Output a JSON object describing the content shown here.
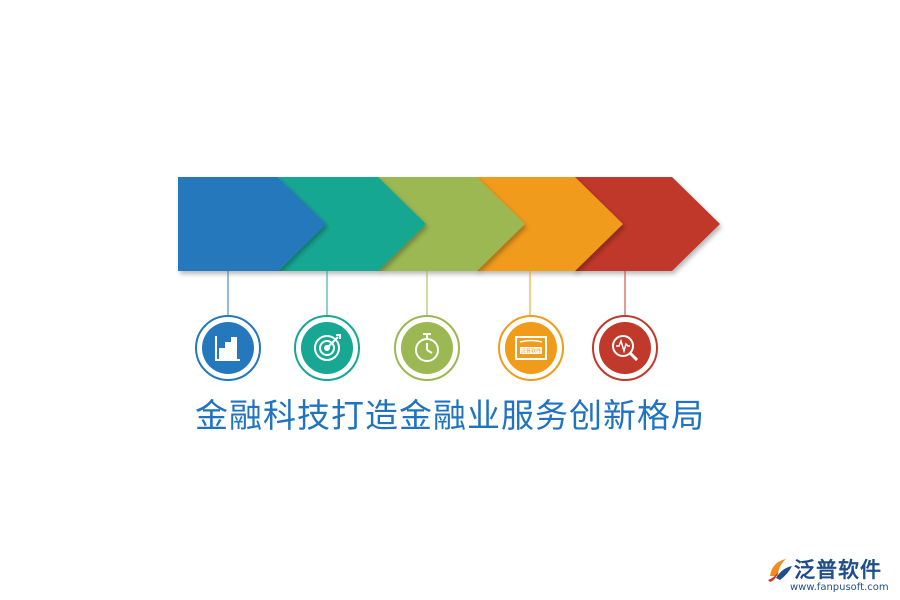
{
  "headline": "金融科技打造金融业服务创新格局",
  "steps": [
    {
      "color": "#2678bd",
      "icon": "bar-chart-icon"
    },
    {
      "color": "#17a793",
      "icon": "target-icon"
    },
    {
      "color": "#9bb853",
      "icon": "stopwatch-icon"
    },
    {
      "color": "#f19b1a",
      "icon": "fanpu-logo-board-icon",
      "icon_text": "泛普软件"
    },
    {
      "color": "#c0392b",
      "icon": "search-pulse-icon"
    }
  ],
  "logo": {
    "brand": "泛普软件",
    "url": "www.fanpusoft.com",
    "colors": {
      "orange": "#f08c1e",
      "blue": "#1f4e8a",
      "red": "#d8332a"
    }
  }
}
